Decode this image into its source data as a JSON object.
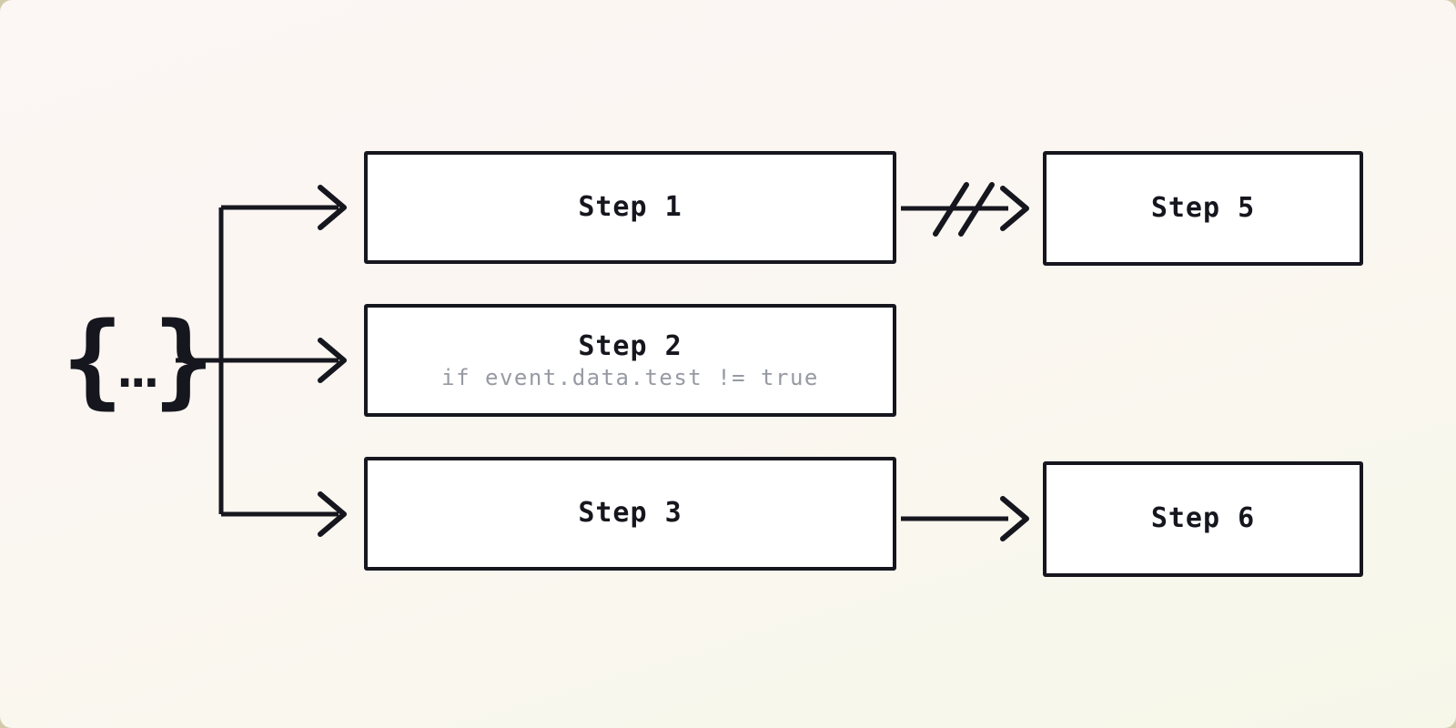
{
  "page": {
    "background_outer": "#d2cbaa",
    "background_card_top": "#fcf6f4",
    "background_card_bottom": "#f6f7e9"
  },
  "diagram": {
    "source": {
      "brace_left": "{",
      "dots": "...",
      "brace_right": "}"
    },
    "steps": [
      {
        "id": "step-1",
        "label": "Step 1"
      },
      {
        "id": "step-2",
        "label": "Step 2",
        "condition": "if event.data.test != true"
      },
      {
        "id": "step-3",
        "label": "Step 3"
      },
      {
        "id": "step-5",
        "label": "Step 5"
      },
      {
        "id": "step-6",
        "label": "Step 6"
      }
    ],
    "edges": [
      {
        "from": "source",
        "to": "step-1",
        "type": "arrow"
      },
      {
        "from": "source",
        "to": "step-2",
        "type": "arrow"
      },
      {
        "from": "source",
        "to": "step-3",
        "type": "arrow"
      },
      {
        "from": "step-1",
        "to": "step-5",
        "type": "cancelled-arrow"
      },
      {
        "from": "step-3",
        "to": "step-6",
        "type": "arrow"
      }
    ],
    "colors": {
      "line": "#16161e",
      "node_border": "#16161e",
      "node_fill": "#ffffff",
      "node_text": "#16161e",
      "condition_text": "#979aa3"
    }
  }
}
